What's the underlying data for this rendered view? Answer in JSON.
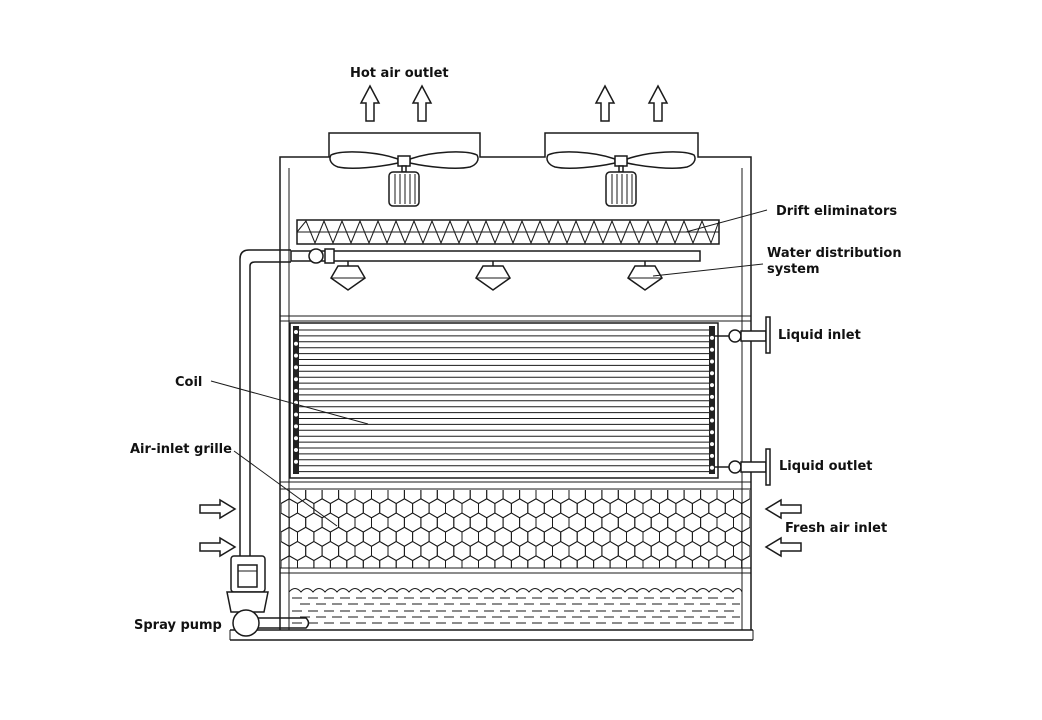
{
  "diagram": {
    "labels": {
      "hot_air_outlet": "Hot air outlet",
      "drift_eliminators": "Drift eliminators",
      "water_distribution_line1": "Water distribution",
      "water_distribution_line2": "system",
      "liquid_inlet": "Liquid inlet",
      "coil": "Coil",
      "air_inlet_grille": "Air-inlet grille",
      "liquid_outlet": "Liquid outlet",
      "fresh_air_inlet": "Fresh air inlet",
      "spray_pump": "Spray pump"
    },
    "colors": {
      "line": "#1a1a1a",
      "coil_header": "#222222",
      "background": "#ffffff"
    }
  }
}
